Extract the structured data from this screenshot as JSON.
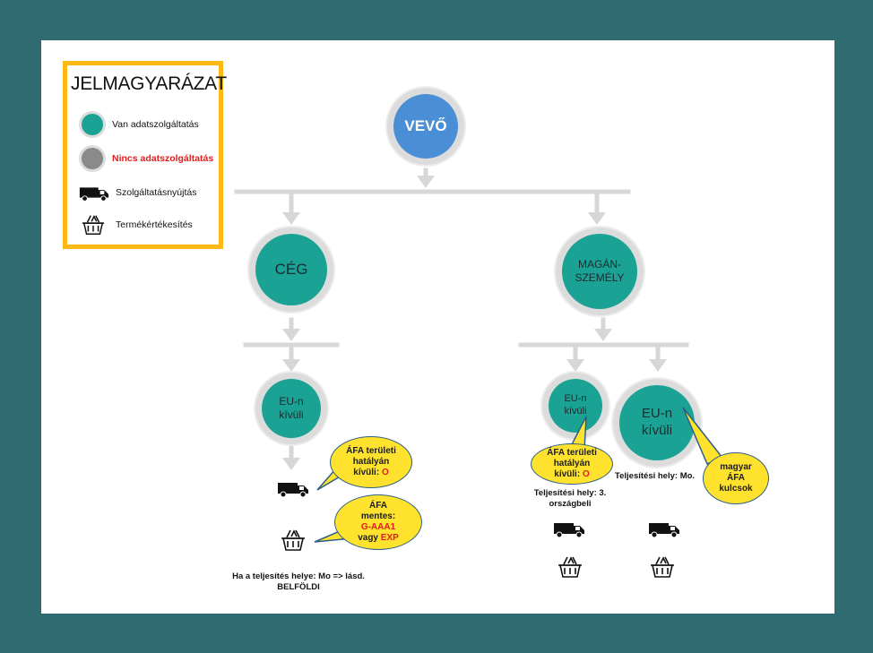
{
  "legend": {
    "title": "JELMAGYARÁZAT",
    "items": [
      {
        "label": "Van adatszolgáltatás",
        "swatch": "#1aa394",
        "icon": "teal-dot-icon"
      },
      {
        "label": "Nincs adatszolgáltatás",
        "swatch": "#8a8a8a",
        "icon": "gray-dot-icon",
        "label_color": "#e41b1b"
      },
      {
        "label": "Szolgáltatásnyújtás",
        "icon": "van-icon"
      },
      {
        "label": "Termékértékesítés",
        "icon": "basket-icon"
      }
    ]
  },
  "nodes": {
    "vevo": "VEVŐ",
    "ceg": "CÉG",
    "magan": "MAGÁN-\nSZEMÉLY",
    "ceg_eu": "EU-n\nkívüli",
    "magan_eu1": "EU-n\nkívüli",
    "magan_eu2": "EU-n\nkívüli"
  },
  "bubbles": {
    "ceg_service": {
      "line1": "ÁFA területi",
      "line2": "hatályán",
      "line3": "kívüli:",
      "code": "O"
    },
    "ceg_goods": {
      "line1": "ÁFA",
      "line2": "mentes:",
      "code1": "G-AAA1",
      "joiner": "vagy",
      "code2": "EXP"
    },
    "magan_service": {
      "line1": "ÁFA területi",
      "line2": "hatályán",
      "line3": "kívüli:",
      "code": "O"
    },
    "magan_hu": {
      "line1": "magyar",
      "line2": "ÁFA",
      "line3": "kulcsok"
    }
  },
  "captions": {
    "ceg_note": "Ha a teljesítés helye: Mo => lásd.\nBELFÖLDI",
    "magan_third": "Teljesítési hely: 3.\nországbeli",
    "magan_mo": "Teljesítési hely: Mo."
  },
  "colors": {
    "teal": "#1aa394",
    "blue": "#4a8fd6",
    "gray": "#8a8a8a",
    "legend_border": "#fdb813",
    "bubble": "#ffe22e",
    "red": "#e41b1b",
    "background": "#2f6b70"
  }
}
